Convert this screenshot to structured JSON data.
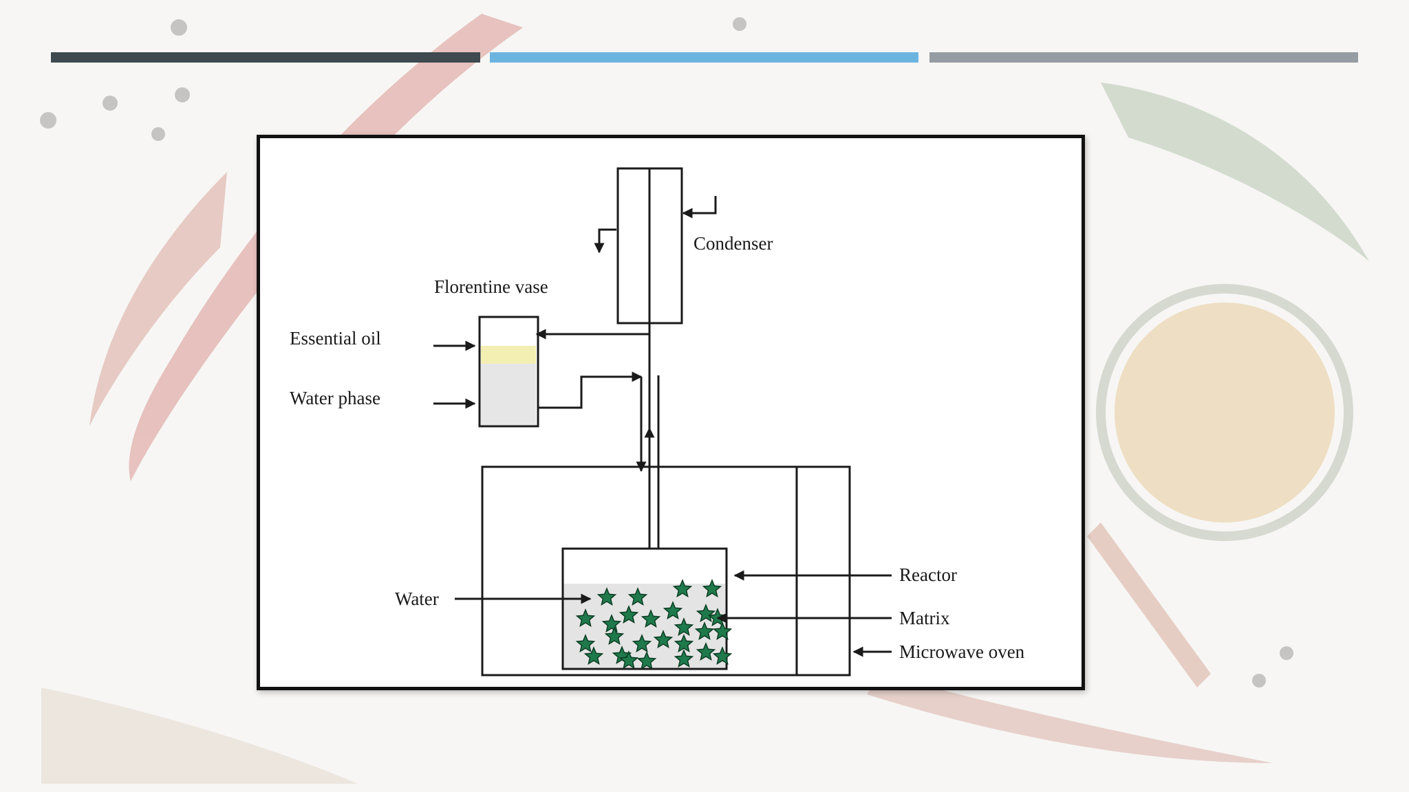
{
  "theme": {
    "bar_colors": [
      "#3e4a4f",
      "#6cb4e0",
      "#959ca3"
    ],
    "essential_oil_color": "#f3efb2",
    "water_phase_color": "#e6e6e6",
    "matrix_star_color": "#1f7a4b"
  },
  "diagram": {
    "labels": {
      "condenser": "Condenser",
      "florentine_vase": "Florentine vase",
      "essential_oil": "Essential oil",
      "water_phase": "Water phase",
      "water": "Water",
      "reactor": "Reactor",
      "matrix": "Matrix",
      "microwave_oven": "Microwave oven"
    }
  }
}
